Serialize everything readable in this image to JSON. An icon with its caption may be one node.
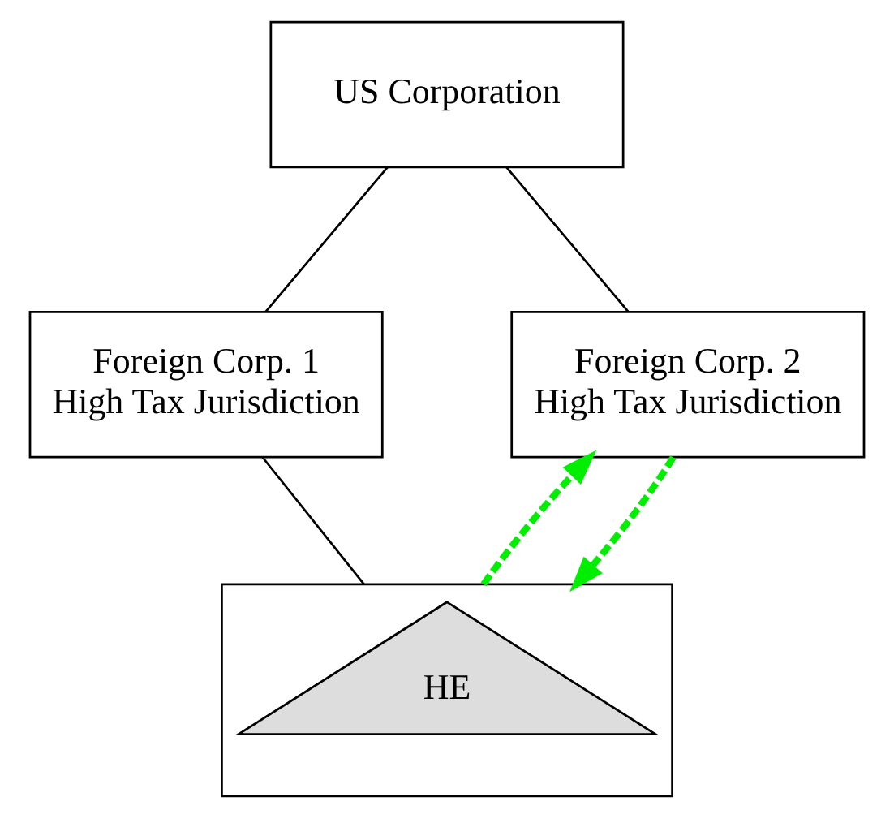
{
  "diagram": {
    "nodes": [
      {
        "text": [
          "US Corporation"
        ]
      },
      {
        "text": [
          "Foreign Corp. 1 High Tax Jurisdiction"
        ]
      },
      {
        "text": [
          "Foreign Corp. 2 High Tax Jurisdiction"
        ]
      },
      {
        "text": [],
        "shape": "box"
      },
      {
        "text": [
          "HE"
        ],
        "in": 3
      }
    ],
    "edges": [
      {
        "from": 0,
        "to": 1,
        "arrow": "none"
      },
      {
        "from": 0,
        "to": 2,
        "arrow": "none"
      },
      {
        "from": 1,
        "to": 3,
        "arrow": "none"
      },
      {
        "from": 2,
        "to": 3,
        "arrow": "to",
        "style": "dashed",
        "color": "#00ee00"
      },
      {
        "from": 3,
        "to": 2,
        "arrow": "to",
        "style": "dashed",
        "color": "#00ee00"
      }
    ]
  }
}
